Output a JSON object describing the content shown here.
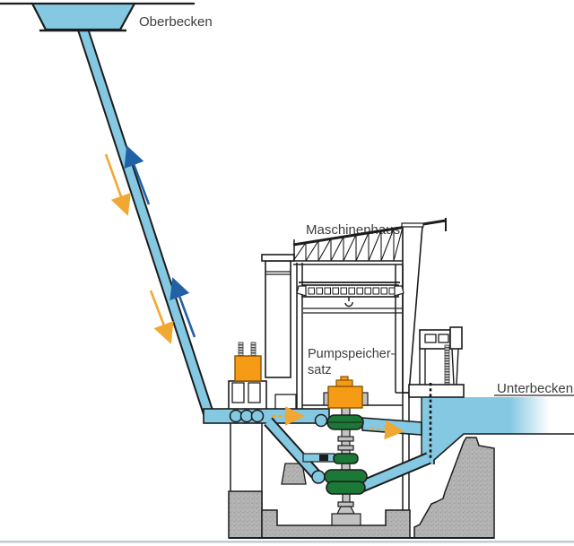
{
  "labels": {
    "upper_reservoir": "Oberbecken",
    "machine_house": "Maschinenhaus",
    "pump_storage_set_line1": "Pumpspeicher-",
    "pump_storage_set_line2": "satz",
    "lower_reservoir": "Unterbecken"
  },
  "colors": {
    "water": "#84c8e2",
    "arrow_down": "#f0a832",
    "arrow_up": "#2361a6",
    "machine_orange": "#f59b16",
    "machine_green": "#1b7836",
    "machine_gray": "#c2c2c2",
    "concrete": "#b5b5b5",
    "line": "#1c1c1c",
    "text": "#3d3d3d"
  }
}
